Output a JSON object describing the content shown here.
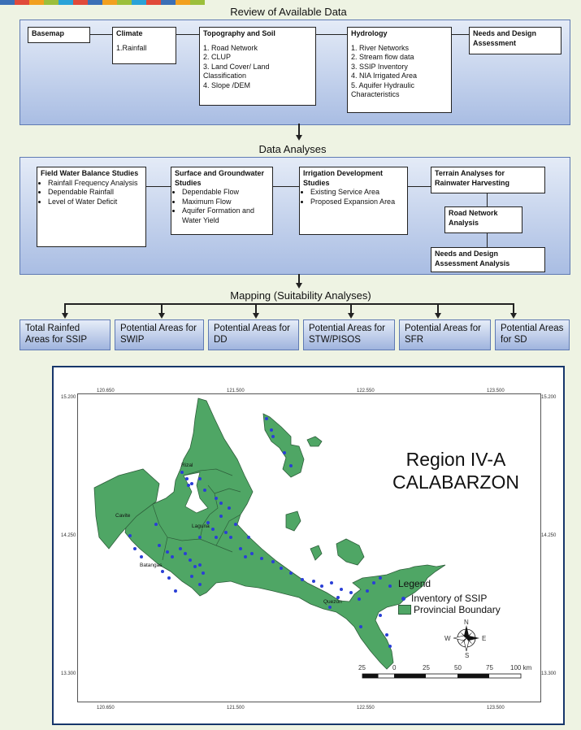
{
  "sections": {
    "review": "Review of Available Data",
    "analyses": "Data Analyses",
    "mapping": "Mapping (Suitability Analyses)"
  },
  "review_boxes": {
    "basemap": "Basemap",
    "climate": {
      "title": "Climate",
      "items": [
        "1.Rainfall"
      ]
    },
    "topo": {
      "title": "Topography and Soil",
      "items": [
        "1. Road Network",
        "2. CLUP",
        "3. Land Cover/ Land Classification",
        "4. Slope /DEM"
      ]
    },
    "hydrology": {
      "title": "Hydrology",
      "items": [
        "1. River Networks",
        "2. Stream flow data",
        "3. SSIP Inventory",
        "4. NIA Irrigated Area",
        "5. Aquifer Hydraulic Characteristics"
      ]
    },
    "needs": "Needs and Design Assessment"
  },
  "analysis_boxes": {
    "fwb": {
      "title": "Field Water Balance Studies",
      "items": [
        "Rainfall Frequency Analysis",
        "Dependable Rainfall",
        "Level of Water Deficit"
      ]
    },
    "sgw": {
      "title": "Surface and Groundwater Studies",
      "items": [
        "Dependable Flow",
        "Maximum Flow",
        "Aquifer Formation and Water Yield"
      ]
    },
    "irr": {
      "title": "Irrigation Development Studies",
      "items": [
        "Existing Service Area",
        "Proposed Expansion Area"
      ]
    },
    "terrain": "Terrain Analyses for Rainwater Harvesting",
    "road": "Road Network Analysis",
    "needs": "Needs and Design Assessment Analysis"
  },
  "outputs": [
    "Total Rainfed Areas for SSIP",
    "Potential Areas for SWIP",
    "Potential Areas for DD",
    "Potential Areas for STW/PISOS",
    "Potential Areas for SFR",
    "Potential Areas for SD"
  ],
  "map": {
    "title_line1": "Region IV-A",
    "title_line2": "CALABARZON",
    "top_ticks": [
      "120.650",
      "121.500",
      "122.550",
      "123.500"
    ],
    "bottom_ticks": [
      "120.650",
      "121.500",
      "122.550",
      "123.500"
    ],
    "left_ticks": [
      "15.200",
      "14.250",
      "13.300"
    ],
    "right_ticks": [
      "15.200",
      "14.250",
      "13.300"
    ],
    "province_labels": [
      "Rizal",
      "Cavite",
      "Laguna",
      "Batangas",
      "Quezon"
    ],
    "legend_title": "Legend",
    "legend_items": [
      "Inventory of SSIP",
      "Provincial Boundary"
    ],
    "compass": {
      "n": "N",
      "s": "S",
      "e": "E",
      "w": "W"
    },
    "scale_labels": [
      "25",
      "0",
      "25",
      "50",
      "75",
      "100 km"
    ],
    "colors": {
      "land": "#4fa665",
      "points": "#2a3fd6",
      "frame": "#17366b"
    }
  }
}
